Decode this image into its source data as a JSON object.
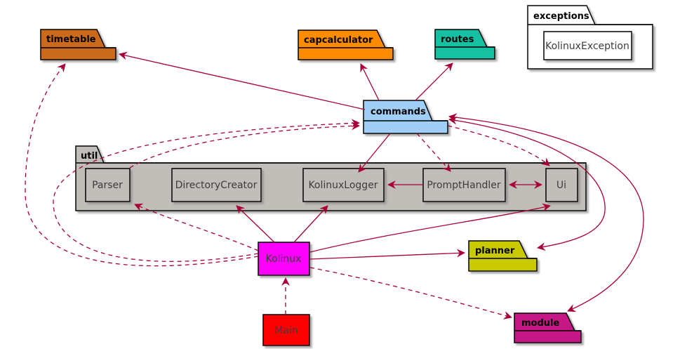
{
  "edge_color": "#A80036",
  "packages": {
    "timetable": {
      "label": "timetable",
      "fill": "#CC6A1E"
    },
    "capcalculator": {
      "label": "capcalculator",
      "fill": "#FF8C00"
    },
    "routes": {
      "label": "routes",
      "fill": "#18C0A2"
    },
    "exceptions": {
      "label": "exceptions",
      "fill": "#FFFFFF"
    },
    "commands": {
      "label": "commands",
      "fill": "#9FCFF6"
    },
    "util": {
      "label": "util",
      "fill": "#C1BEB9"
    },
    "planner": {
      "label": "planner",
      "fill": "#C9C900"
    },
    "module": {
      "label": "module",
      "fill": "#C71585"
    }
  },
  "classes": {
    "kolinux_exception": {
      "label": "KolinuxException",
      "fill": "#FFFFFF"
    },
    "parser": {
      "label": "Parser",
      "fill": "#C1BEB9"
    },
    "directory_creator": {
      "label": "DirectoryCreator",
      "fill": "#C1BEB9"
    },
    "kolinux_logger": {
      "label": "KolinuxLogger",
      "fill": "#C1BEB9"
    },
    "prompt_handler": {
      "label": "PromptHandler",
      "fill": "#C1BEB9"
    },
    "ui": {
      "label": "Ui",
      "fill": "#C1BEB9"
    },
    "kolinux": {
      "label": "Kolinux",
      "fill": "#FF00FF"
    },
    "main": {
      "label": "Main",
      "fill": "#FF0000"
    }
  },
  "relationships": [
    {
      "from": "commands",
      "to": "timetable",
      "style": "solid"
    },
    {
      "from": "commands",
      "to": "capcalculator",
      "style": "solid"
    },
    {
      "from": "commands",
      "to": "routes",
      "style": "solid"
    },
    {
      "from": "commands",
      "to": "KolinuxLogger",
      "style": "solid"
    },
    {
      "from": "commands",
      "to": "PromptHandler",
      "style": "dashed"
    },
    {
      "from": "commands",
      "to": "Ui",
      "style": "dashed"
    },
    {
      "from": "commands",
      "to": "planner",
      "style": "solid",
      "bidirectional": true
    },
    {
      "from": "commands",
      "to": "module",
      "style": "solid",
      "bidirectional": true
    },
    {
      "from": "PromptHandler",
      "to": "KolinuxLogger",
      "style": "solid"
    },
    {
      "from": "PromptHandler",
      "to": "Ui",
      "style": "solid",
      "bidirectional": true
    },
    {
      "from": "Kolinux",
      "to": "DirectoryCreator",
      "style": "solid"
    },
    {
      "from": "Kolinux",
      "to": "KolinuxLogger",
      "style": "solid"
    },
    {
      "from": "Kolinux",
      "to": "planner",
      "style": "solid"
    },
    {
      "from": "Kolinux",
      "to": "Ui",
      "style": "solid"
    },
    {
      "from": "Kolinux",
      "to": "Parser",
      "style": "dashed"
    },
    {
      "from": "Kolinux",
      "to": "commands",
      "style": "dashed"
    },
    {
      "from": "Kolinux",
      "to": "timetable",
      "style": "dashed"
    },
    {
      "from": "Kolinux",
      "to": "module",
      "style": "dashed"
    },
    {
      "from": "Parser",
      "to": "commands",
      "style": "dashed"
    },
    {
      "from": "Main",
      "to": "Kolinux",
      "style": "dashed"
    }
  ]
}
